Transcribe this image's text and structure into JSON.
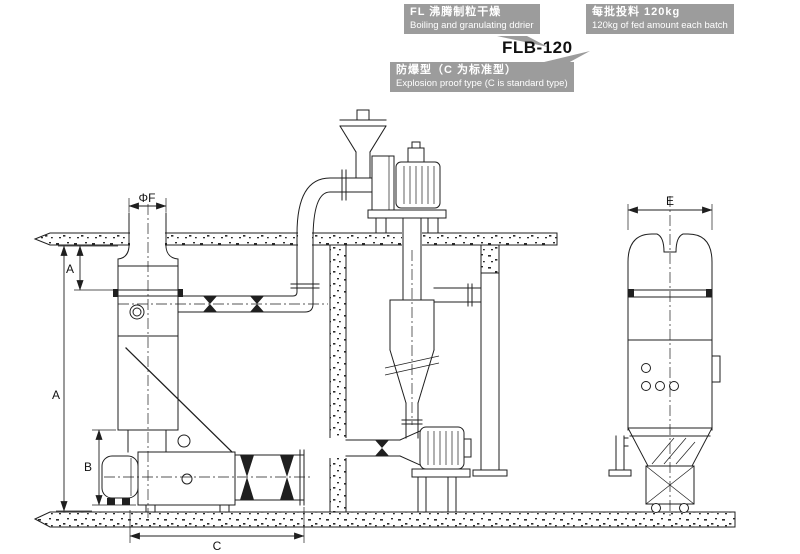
{
  "model": "FLB-120",
  "callouts": {
    "product": {
      "zh": "FL 沸腾制粒干燥",
      "en": "Boiling and granulating ddrier"
    },
    "batch": {
      "zh": "每批投料 120kg",
      "en": "120kg of fed amount each batch"
    },
    "explosion": {
      "zh": "防爆型（C 为标准型）",
      "en": "Explosion proof type (C is standard type)"
    }
  },
  "dimensions": {
    "phi_f": "ΦF",
    "a_upper": "A",
    "a_overall": "A",
    "b": "B",
    "c": "C",
    "e": "E"
  },
  "colors": {
    "line": "#1f1f1f",
    "callout-bg": "#9c9c9c",
    "callout-text": "#ffffff",
    "page-bg": "#ffffff",
    "label-text": "#111111"
  }
}
